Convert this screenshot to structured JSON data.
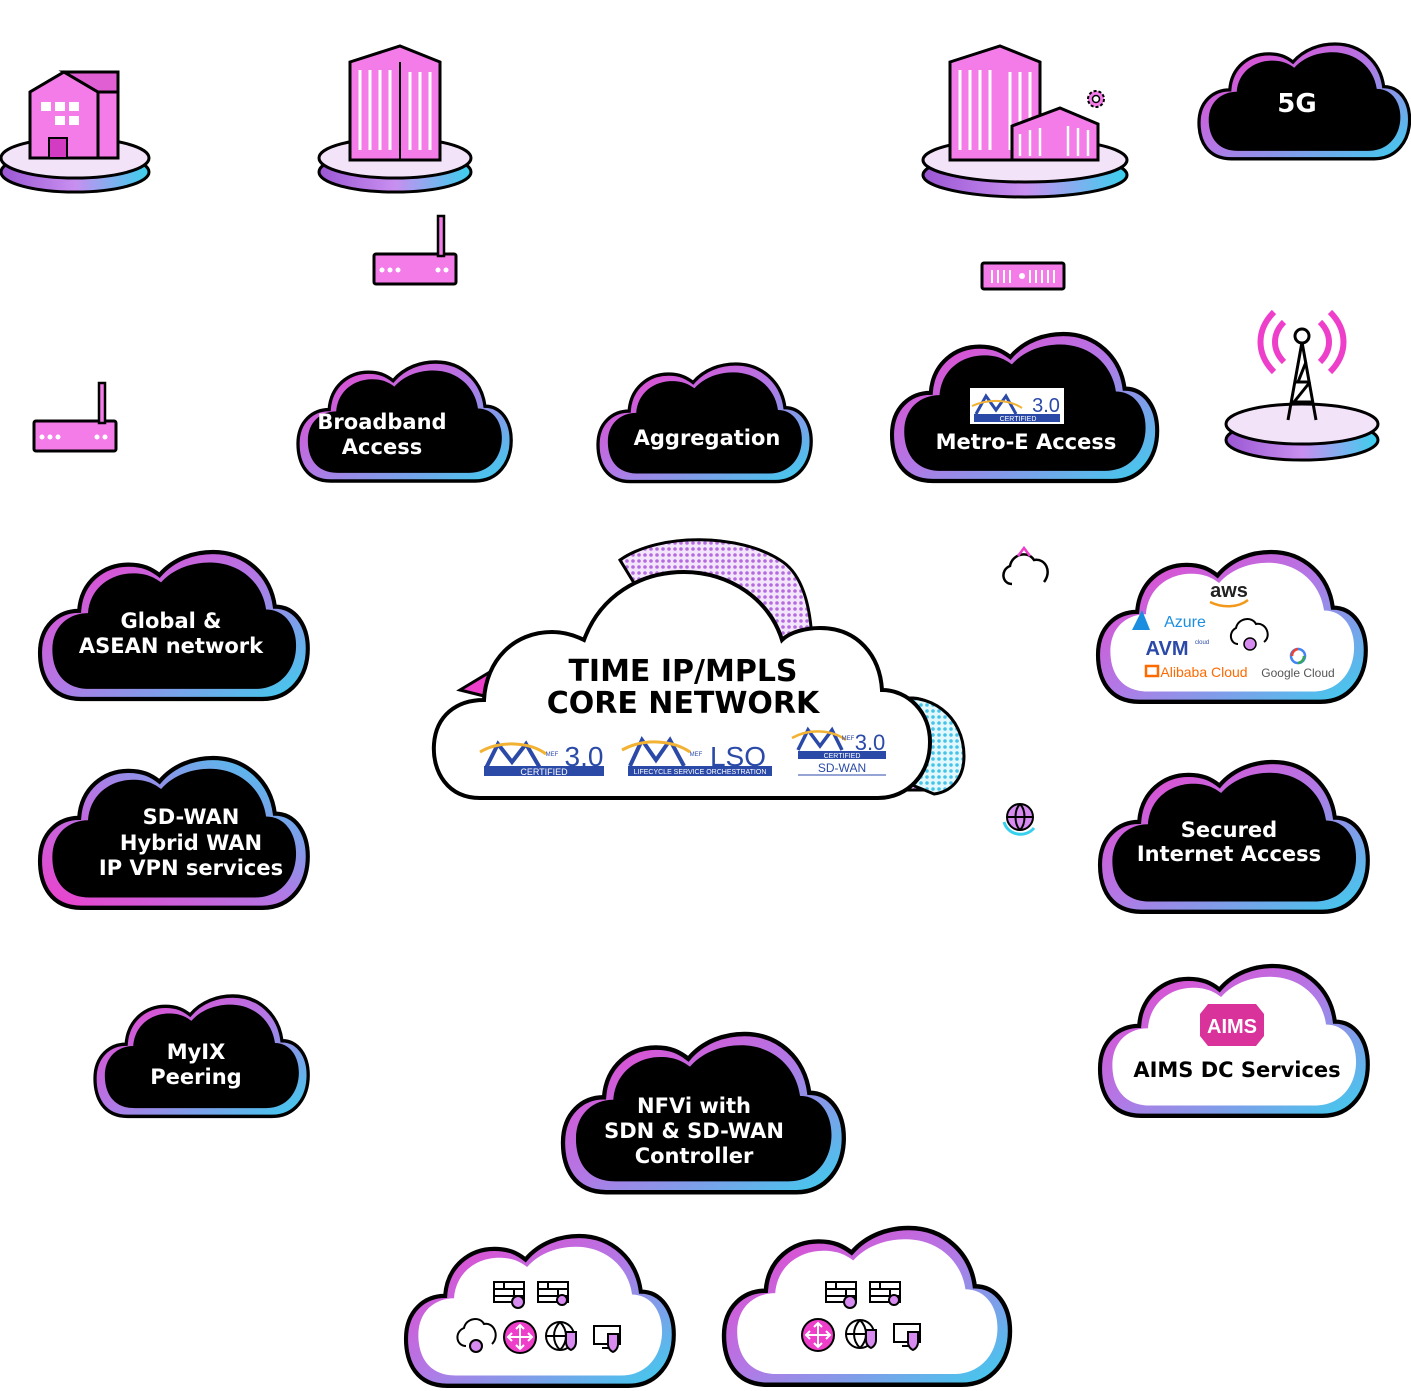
{
  "core": {
    "title_line1": "TIME IP/MPLS",
    "title_line2": "CORE NETWORK",
    "badges": [
      {
        "main": "3.0",
        "sub": "CERTIFIED",
        "prefix": "MEF"
      },
      {
        "main": "LSO",
        "sub": "LIFECYCLE SERVICE ORCHESTRATION",
        "prefix": "MEF"
      },
      {
        "main": "3.0",
        "sub": "CERTIFIED",
        "extra": "SD-WAN",
        "prefix": "MEF"
      }
    ]
  },
  "clouds": {
    "fiveg": {
      "label": "5G"
    },
    "broadband": {
      "line1": "Broadband",
      "line2": "Access"
    },
    "aggregation": {
      "label": "Aggregation"
    },
    "metro": {
      "label": "Metro-E Access",
      "badge_main": "3.0",
      "badge_sub": "CERTIFIED",
      "badge_prefix": "MEF"
    },
    "global": {
      "line1": "Global &",
      "line2": "ASEAN network"
    },
    "sdwan": {
      "line1": "SD-WAN",
      "line2": "Hybrid WAN",
      "line3": "IP VPN services"
    },
    "myix": {
      "line1": "MyIX",
      "line2": "Peering"
    },
    "nfvi": {
      "line1": "NFVi with",
      "line2": "SDN & SD-WAN",
      "line3": "Controller"
    },
    "secured": {
      "line1": "Secured",
      "line2": "Internet Access"
    },
    "aims": {
      "label": "AIMS DC Services",
      "logo": "AIMS"
    },
    "public_cloud": {
      "aws": "aws",
      "azure": "Azure",
      "avm": "AVM",
      "avm_sup": "cloud",
      "alibaba": "Alibaba Cloud",
      "google": "Google Cloud"
    }
  },
  "icons": [
    "house-icon",
    "office-building-icon",
    "campus-building-icon",
    "router-icon",
    "switch-icon",
    "cell-tower-icon",
    "cloud-sync-icon",
    "globe-sync-icon",
    "firewall-icon",
    "router-round-icon",
    "secure-globe-icon",
    "secure-monitor-icon",
    "cloud-gear-icon"
  ],
  "colors": {
    "pink": "#ee3fcb",
    "cyan": "#39d0ee",
    "purple": "#9b57d3",
    "dark": "#000000",
    "fill_pink": "#f47ce8"
  }
}
